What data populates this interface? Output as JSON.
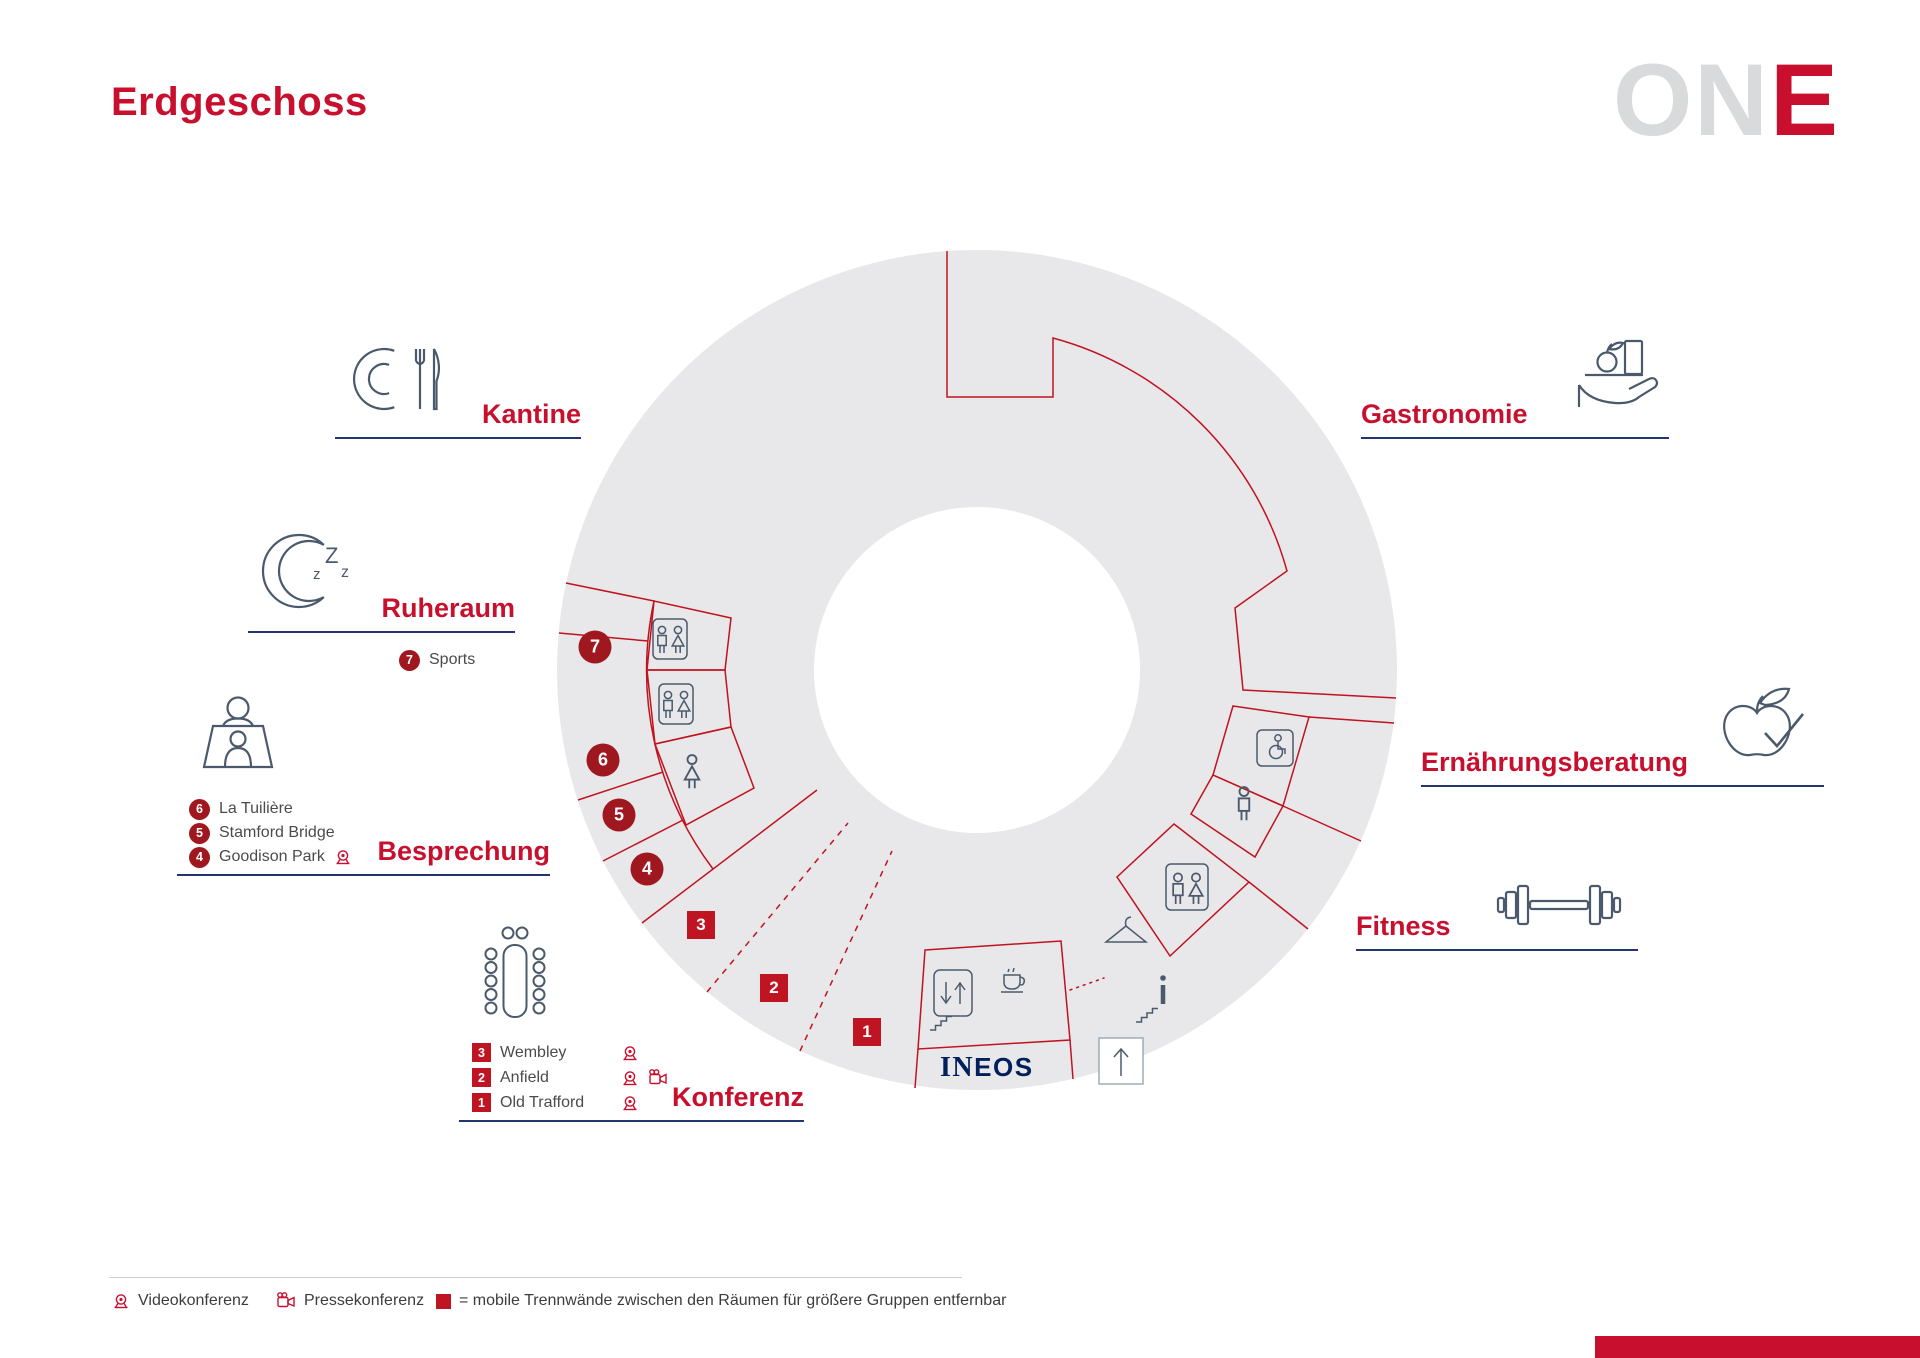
{
  "title": "Erdgeschoss",
  "logo": {
    "gray": "ON",
    "red": "E"
  },
  "areas": {
    "kantine": "Kantine",
    "ruheraum": "Ruheraum",
    "besprechung": "Besprechung",
    "konferenz": "Konferenz",
    "gastronomie": "Gastronomie",
    "ernaehrungsberatung": "Ernährungsberatung",
    "fitness": "Fitness"
  },
  "rooms": {
    "sports": {
      "num": "7",
      "name": "Sports"
    },
    "la_tuiliere": {
      "num": "6",
      "name": "La Tuilière"
    },
    "stamford": {
      "num": "5",
      "name": "Stamford Bridge"
    },
    "goodison": {
      "num": "4",
      "name": "Goodison Park",
      "video": true
    },
    "wembley": {
      "num": "3",
      "name": "Wembley",
      "video": true
    },
    "anfield": {
      "num": "2",
      "name": "Anfield",
      "video": true,
      "press": true
    },
    "old_trafford": {
      "num": "1",
      "name": "Old Trafford",
      "video": true
    }
  },
  "plan": {
    "ineos_serif": "IN",
    "ineos_bold": "EOS",
    "moon_letters": {
      "z1": "z",
      "z2": "Z",
      "z3": "z"
    }
  },
  "legend": {
    "video": "Videokonferenz",
    "press": "Pressekonferenz",
    "partition": "= mobile Trennwände zwischen den Räumen für größere Gruppen entfernbar"
  },
  "colors": {
    "accent_red": "#c8102e",
    "marker_circle_red": "#a0181f",
    "marker_square_red": "#bf1522",
    "underline_navy": "#22356f",
    "ineos_navy": "#00205b",
    "icon_gray": "#4a5a6c",
    "floor_gray": "#e8e8ea"
  }
}
